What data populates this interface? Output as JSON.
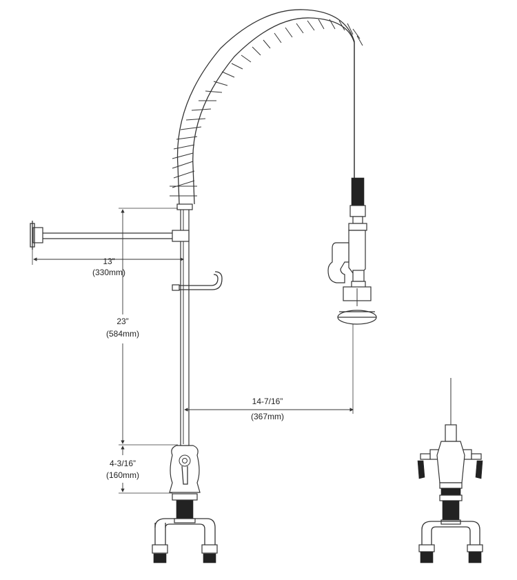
{
  "dimensions": {
    "d13": {
      "imperial": "13”",
      "metric": "(330mm)"
    },
    "d23": {
      "imperial": "23”",
      "metric": "(584mm)"
    },
    "d14": {
      "imperial": "14-7/16”",
      "metric": "(367mm)"
    },
    "d4": {
      "imperial": "4-3/16”",
      "metric": "(160mm)"
    }
  },
  "icons": {
    "main": "pre-rinse-faucet-assembly-icon",
    "side": "faucet-side-view-icon"
  }
}
